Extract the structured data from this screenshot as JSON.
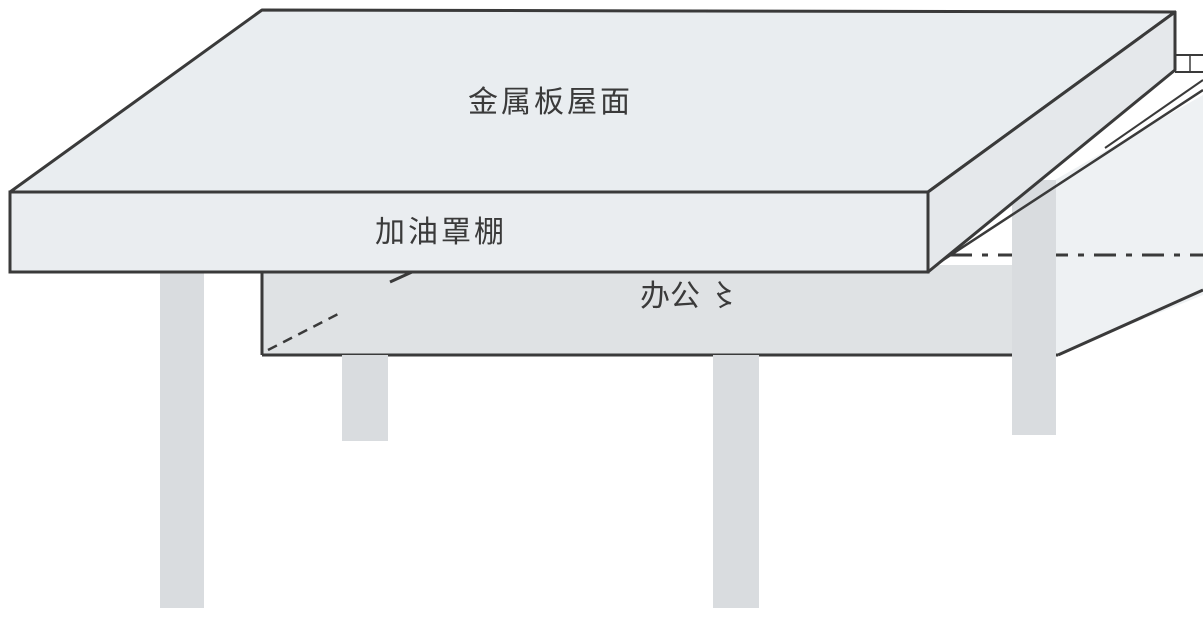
{
  "labels": {
    "roof": "金属板屋面",
    "canopy": "加油罩棚",
    "office": "办公 〻"
  },
  "colors": {
    "background": "#ffffff",
    "roof_top": "#e9edf0",
    "canopy_front": "#eaedf0",
    "canopy_side": "#e5e8eb",
    "office_front": "#dfe2e4",
    "office_side": "#eef1f3",
    "column": "#d9dcdf",
    "outline": "#3a3a3a"
  }
}
